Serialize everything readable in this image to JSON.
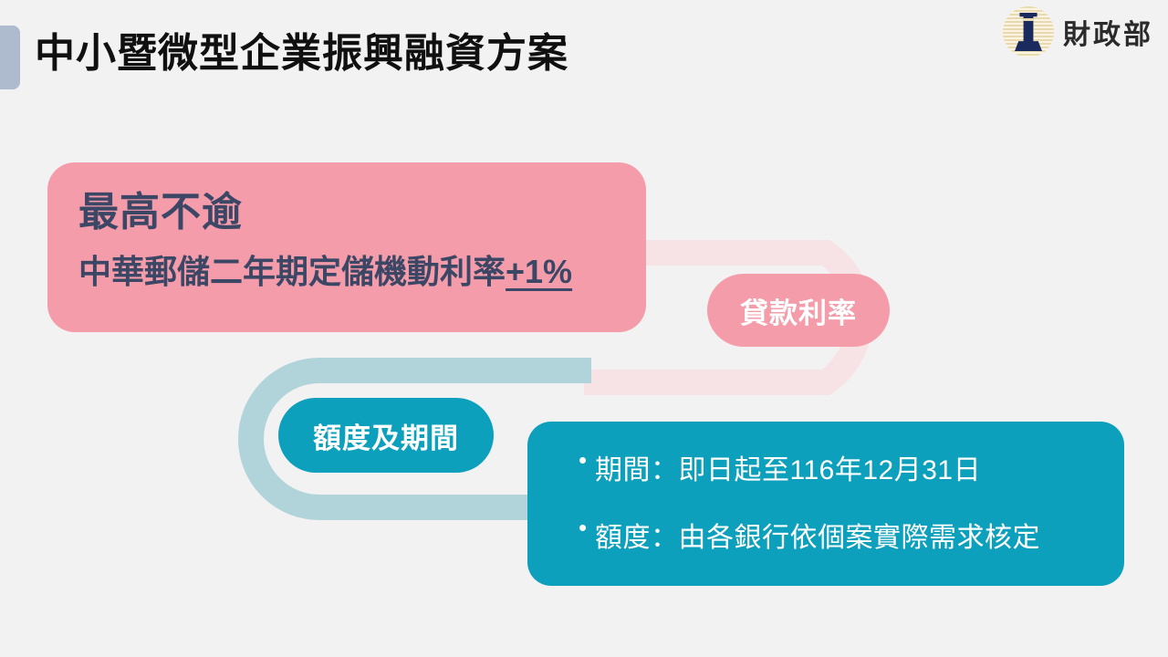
{
  "header": {
    "title": "中小暨微型企業振興融資方案",
    "accent_color": "#AEBACE",
    "logo": {
      "mark_name": "ministry-of-finance-emblem",
      "text": "財政部"
    }
  },
  "background_color": "#F2F2F2",
  "rate_section": {
    "label": "貸款利率",
    "label_color": "#F59CAA",
    "card_color": "#F59CAA",
    "connector_color": "#F7E3E5",
    "headline": "最高不逾",
    "detail_prefix": "中華郵儲二年期定儲機動利率",
    "detail_emphasis": "+1%",
    "text_color": "#3C4766"
  },
  "terms_section": {
    "label": "額度及期間",
    "label_color": "#0CA0BC",
    "card_color": "#0CA0BC",
    "connector_color": "#B1D4DA",
    "items": [
      {
        "bullet": "•",
        "text": "期間：即日起至116年12月31日"
      },
      {
        "bullet": "•",
        "text": "額度：由各銀行依個案實際需求核定"
      }
    ],
    "text_color": "#FFFFFF"
  }
}
